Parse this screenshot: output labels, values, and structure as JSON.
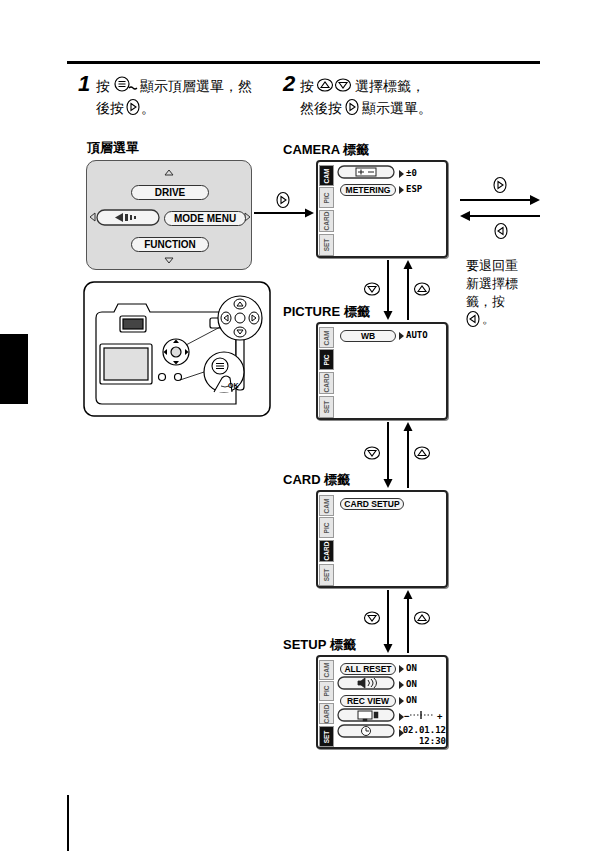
{
  "diagram": {
    "nodes": [
      {
        "text": [
          "頂層選單"
        ]
      },
      {
        "text": [
          "DRIVE"
        ],
        "in": 0
      },
      {
        "text": [
          "MODE MENU"
        ],
        "in": 0
      },
      {
        "text": [
          "FUNCTION"
        ],
        "in": 0
      },
      {
        "text": [
          "CAMERA 標籤"
        ]
      },
      {
        "text": [
          "METERING"
        ],
        "in": 4
      },
      {
        "text": [
          "PICTURE 標籤"
        ]
      },
      {
        "text": [
          "WB"
        ],
        "in": 6
      },
      {
        "text": [
          "CARD 標籤"
        ]
      },
      {
        "text": [
          "CARD SETUP"
        ],
        "in": 8
      },
      {
        "text": [
          "SETUP 標籤"
        ]
      },
      {
        "text": [
          "ALL RESET"
        ],
        "in": 10
      },
      {
        "text": [
          "REC VIEW"
        ],
        "in": 10
      }
    ],
    "edges": [
      {
        "from": 0,
        "to": 4,
        "arrow": "to"
      },
      {
        "from": 4,
        "to": 6,
        "arrow": "to"
      },
      {
        "from": 6,
        "to": 4,
        "arrow": "to"
      },
      {
        "from": 6,
        "to": 8,
        "arrow": "to"
      },
      {
        "from": 8,
        "to": 6,
        "arrow": "to"
      },
      {
        "from": 8,
        "to": 10,
        "arrow": "to"
      },
      {
        "from": 10,
        "to": 8,
        "arrow": "to"
      }
    ],
    "labels": [
      "1",
      "按",
      "顯示頂層選單，然",
      "後按",
      "。",
      "2",
      "按",
      "選擇標籤，",
      "然後按",
      "顯示選單。",
      "要退回重新選擇標籤，按",
      "。",
      "CAM",
      "PIC",
      "CARD",
      "SET",
      "±0",
      "ESP",
      "CAM",
      "PIC",
      "CARD",
      "SET",
      "AUTO",
      "CAM",
      "PIC",
      "CARD",
      "SET",
      "CAM",
      "PIC",
      "CARD",
      "SET",
      "ON",
      "ON",
      "ON",
      "−",
      "+",
      "'02.01.12",
      "12:30",
      "OK"
    ]
  }
}
